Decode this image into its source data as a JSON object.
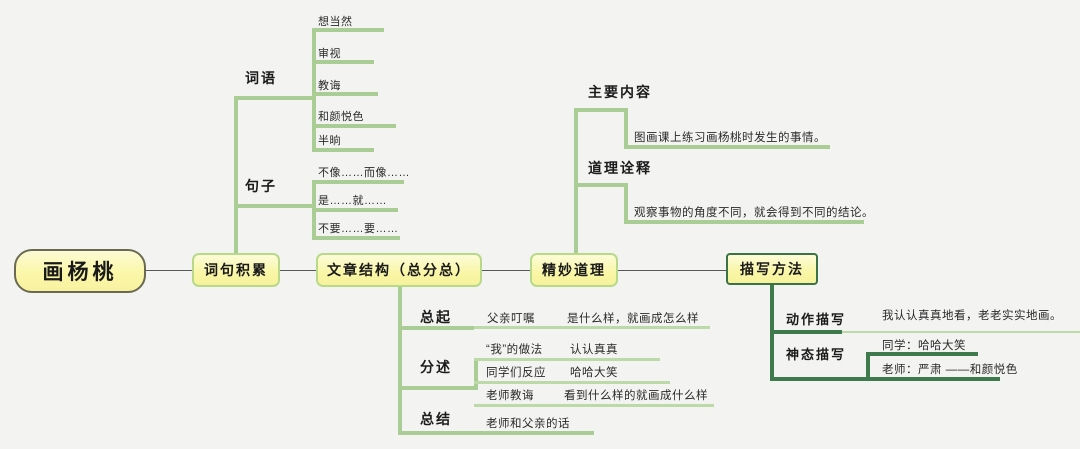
{
  "diagram": {
    "type": "mind-map",
    "title": "画杨桃",
    "background_color": "#f3f3f1",
    "colors": {
      "root_fill": "#fbf7a8",
      "root_border": "#6a6a52",
      "main_fill": "#f9f6a6",
      "main_border_light": "#b9d98a",
      "main_border_dark": "#3c7247",
      "branch_light": "#a9cd95",
      "branch_dark": "#3f7a4c",
      "trunk_line": "#55595a"
    }
  },
  "root": {
    "label": "画杨桃"
  },
  "branches": {
    "ciju": {
      "label": "词句积累",
      "groups": [
        {
          "label": "词语",
          "items": [
            "想当然",
            "审视",
            "教诲",
            "和颜悦色",
            "半晌"
          ]
        },
        {
          "label": "句子",
          "items": [
            "不像……而像……",
            "是……就……",
            "不要……要……"
          ]
        }
      ]
    },
    "jiegou": {
      "label": "文章结构（总分总）",
      "groups": [
        {
          "label": "总起",
          "rows": [
            {
              "aspect": "父亲叮嘱",
              "detail": "是什么样，就画成怎么样"
            }
          ]
        },
        {
          "label": "分述",
          "rows": [
            {
              "aspect": "“我”的做法",
              "detail": "认认真真"
            },
            {
              "aspect": "同学们反应",
              "detail": "哈哈大笑"
            },
            {
              "aspect": "老师教诲",
              "detail": "看到什么样的就画成什么样"
            }
          ]
        },
        {
          "label": "总结",
          "rows": [
            {
              "aspect": "老师和父亲的话",
              "detail": ""
            }
          ]
        }
      ]
    },
    "daoli": {
      "label": "精妙道理",
      "groups": [
        {
          "label": "主要内容",
          "items": [
            "图画课上练习画杨桃时发生的事情。"
          ]
        },
        {
          "label": "道理诠释",
          "items": [
            "观察事物的角度不同，就会得到不同的结论。"
          ]
        }
      ]
    },
    "miaoxie": {
      "label": "描写方法",
      "groups": [
        {
          "label": "动作描写",
          "items": [
            "我认认真真地看，老老实实地画。"
          ]
        },
        {
          "label": "神态描写",
          "items": [
            "同学：哈哈大笑",
            "老师：严肃 ——和颜悦色"
          ]
        }
      ]
    }
  }
}
